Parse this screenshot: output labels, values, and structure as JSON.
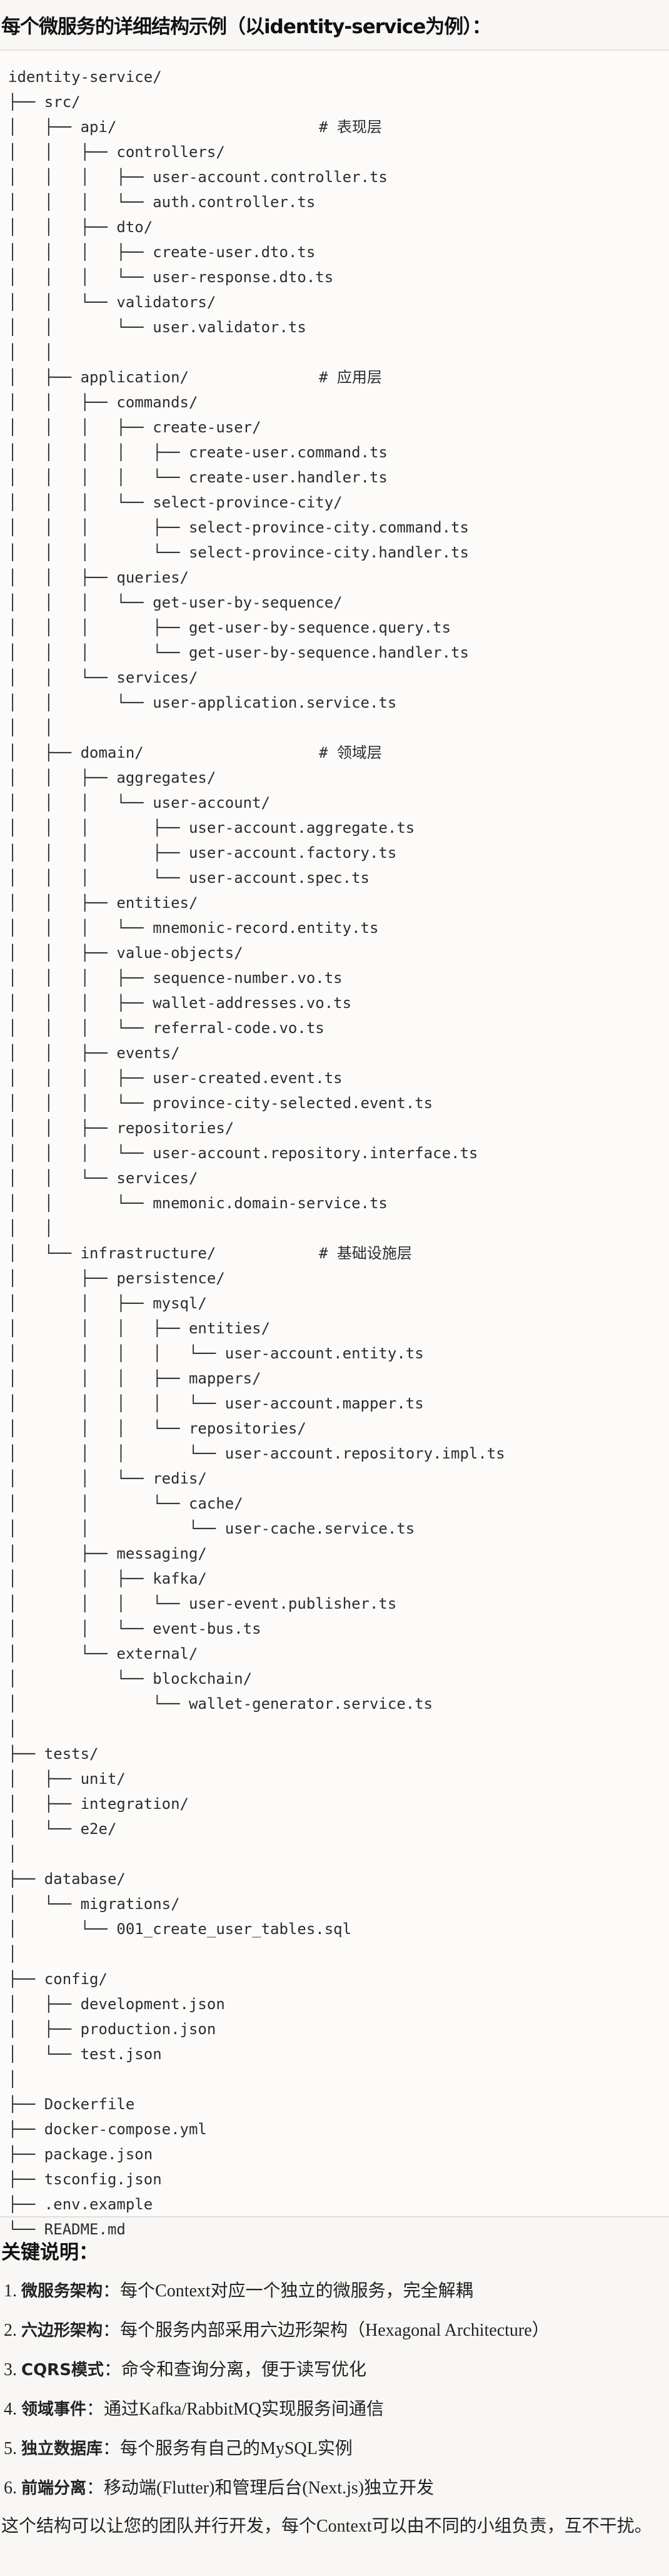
{
  "header": {
    "title": "每个微服务的详细结构示例（以identity-service为例）："
  },
  "tree": {
    "lines": [
      {
        "t": "identity-service/"
      },
      {
        "t": "├── src/"
      },
      {
        "t": "│   ├── api/",
        "c": "# 表现层"
      },
      {
        "t": "│   │   ├── controllers/"
      },
      {
        "t": "│   │   │   ├── user-account.controller.ts"
      },
      {
        "t": "│   │   │   └── auth.controller.ts"
      },
      {
        "t": "│   │   ├── dto/"
      },
      {
        "t": "│   │   │   ├── create-user.dto.ts"
      },
      {
        "t": "│   │   │   └── user-response.dto.ts"
      },
      {
        "t": "│   │   └── validators/"
      },
      {
        "t": "│   │       └── user.validator.ts"
      },
      {
        "t": "│   │"
      },
      {
        "t": "│   ├── application/",
        "c": "# 应用层"
      },
      {
        "t": "│   │   ├── commands/"
      },
      {
        "t": "│   │   │   ├── create-user/"
      },
      {
        "t": "│   │   │   │   ├── create-user.command.ts"
      },
      {
        "t": "│   │   │   │   └── create-user.handler.ts"
      },
      {
        "t": "│   │   │   └── select-province-city/"
      },
      {
        "t": "│   │   │       ├── select-province-city.command.ts"
      },
      {
        "t": "│   │   │       └── select-province-city.handler.ts"
      },
      {
        "t": "│   │   ├── queries/"
      },
      {
        "t": "│   │   │   └── get-user-by-sequence/"
      },
      {
        "t": "│   │   │       ├── get-user-by-sequence.query.ts"
      },
      {
        "t": "│   │   │       └── get-user-by-sequence.handler.ts"
      },
      {
        "t": "│   │   └── services/"
      },
      {
        "t": "│   │       └── user-application.service.ts"
      },
      {
        "t": "│   │"
      },
      {
        "t": "│   ├── domain/",
        "c": "# 领域层"
      },
      {
        "t": "│   │   ├── aggregates/"
      },
      {
        "t": "│   │   │   └── user-account/"
      },
      {
        "t": "│   │   │       ├── user-account.aggregate.ts"
      },
      {
        "t": "│   │   │       ├── user-account.factory.ts"
      },
      {
        "t": "│   │   │       └── user-account.spec.ts"
      },
      {
        "t": "│   │   ├── entities/"
      },
      {
        "t": "│   │   │   └── mnemonic-record.entity.ts"
      },
      {
        "t": "│   │   ├── value-objects/"
      },
      {
        "t": "│   │   │   ├── sequence-number.vo.ts"
      },
      {
        "t": "│   │   │   ├── wallet-addresses.vo.ts"
      },
      {
        "t": "│   │   │   └── referral-code.vo.ts"
      },
      {
        "t": "│   │   ├── events/"
      },
      {
        "t": "│   │   │   ├── user-created.event.ts"
      },
      {
        "t": "│   │   │   └── province-city-selected.event.ts"
      },
      {
        "t": "│   │   ├── repositories/"
      },
      {
        "t": "│   │   │   └── user-account.repository.interface.ts"
      },
      {
        "t": "│   │   └── services/"
      },
      {
        "t": "│   │       └── mnemonic.domain-service.ts"
      },
      {
        "t": "│   │"
      },
      {
        "t": "│   └── infrastructure/",
        "c": "# 基础设施层"
      },
      {
        "t": "│       ├── persistence/"
      },
      {
        "t": "│       │   ├── mysql/"
      },
      {
        "t": "│       │   │   ├── entities/"
      },
      {
        "t": "│       │   │   │   └── user-account.entity.ts"
      },
      {
        "t": "│       │   │   ├── mappers/"
      },
      {
        "t": "│       │   │   │   └── user-account.mapper.ts"
      },
      {
        "t": "│       │   │   └── repositories/"
      },
      {
        "t": "│       │   │       └── user-account.repository.impl.ts"
      },
      {
        "t": "│       │   └── redis/"
      },
      {
        "t": "│       │       └── cache/"
      },
      {
        "t": "│       │           └── user-cache.service.ts"
      },
      {
        "t": "│       ├── messaging/"
      },
      {
        "t": "│       │   ├── kafka/"
      },
      {
        "t": "│       │   │   └── user-event.publisher.ts"
      },
      {
        "t": "│       │   └── event-bus.ts"
      },
      {
        "t": "│       └── external/"
      },
      {
        "t": "│           └── blockchain/"
      },
      {
        "t": "│               └── wallet-generator.service.ts"
      },
      {
        "t": "│"
      },
      {
        "t": "├── tests/"
      },
      {
        "t": "│   ├── unit/"
      },
      {
        "t": "│   ├── integration/"
      },
      {
        "t": "│   └── e2e/"
      },
      {
        "t": "│"
      },
      {
        "t": "├── database/"
      },
      {
        "t": "│   └── migrations/"
      },
      {
        "t": "│       └── 001_create_user_tables.sql"
      },
      {
        "t": "│"
      },
      {
        "t": "├── config/"
      },
      {
        "t": "│   ├── development.json"
      },
      {
        "t": "│   ├── production.json"
      },
      {
        "t": "│   └── test.json"
      },
      {
        "t": "│"
      },
      {
        "t": "├── Dockerfile"
      },
      {
        "t": "├── docker-compose.yml"
      },
      {
        "t": "├── package.json"
      },
      {
        "t": "├── tsconfig.json"
      },
      {
        "t": "├── .env.example"
      },
      {
        "t": "└── README.md"
      }
    ]
  },
  "notes": {
    "title": "关键说明：",
    "items": [
      {
        "num": "1.",
        "label": "微服务架构",
        "text": "：每个Context对应一个独立的微服务，完全解耦"
      },
      {
        "num": "2.",
        "label": "六边形架构",
        "text": "：每个服务内部采用六边形架构（Hexagonal Architecture）"
      },
      {
        "num": "3.",
        "label": "CQRS模式",
        "text": "：命令和查询分离，便于读写优化"
      },
      {
        "num": "4.",
        "label": "领域事件",
        "text": "：通过Kafka/RabbitMQ实现服务间通信"
      },
      {
        "num": "5.",
        "label": "独立数据库",
        "text": "：每个服务有自己的MySQL实例"
      },
      {
        "num": "6.",
        "label": "前端分离",
        "text": "：移动端(Flutter)和管理后台(Next.js)独立开发"
      }
    ],
    "summary": "这个结构可以让您的团队并行开发，每个Context可以由不同的小组负责，互不干扰。"
  }
}
